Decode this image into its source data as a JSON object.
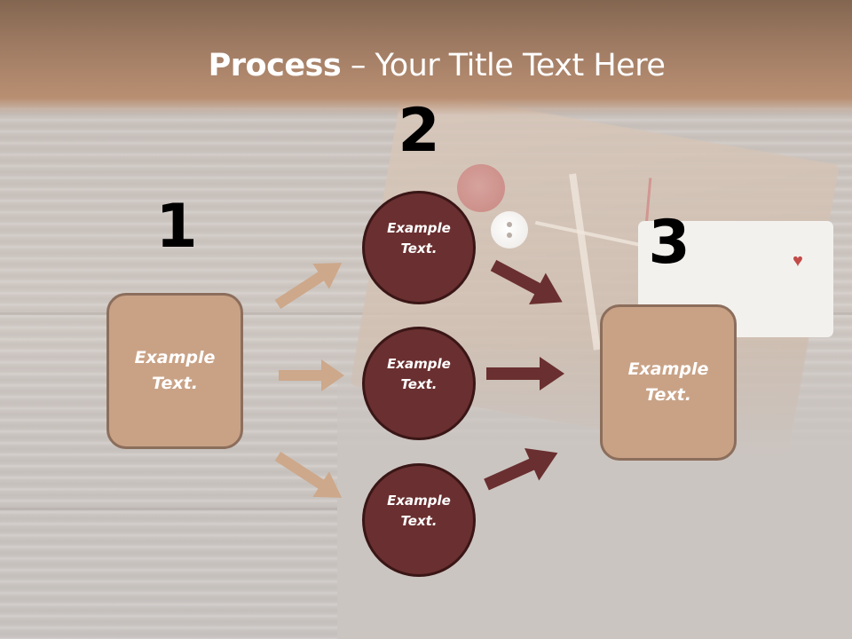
{
  "title": {
    "bold": "Process",
    "rest": " – Your Title Text Here"
  },
  "steps": [
    {
      "number": "1",
      "label": "Example\nText."
    },
    {
      "number": "2",
      "items": [
        {
          "label": "Example\nText."
        },
        {
          "label": "Example\nText."
        },
        {
          "label": "Example\nText."
        }
      ]
    },
    {
      "number": "3",
      "label": "Example\nText."
    }
  ],
  "colors": {
    "header_top": "#836650",
    "header_bottom": "#b98f72",
    "box_fill": "#c9a286",
    "box_border": "#8c6e5c",
    "circle_fill": "#6a2f30",
    "circle_border": "#3a1616",
    "light_arrow": "#cda88a",
    "dark_arrow": "#6a2f30",
    "background": "#cbc5c1"
  }
}
